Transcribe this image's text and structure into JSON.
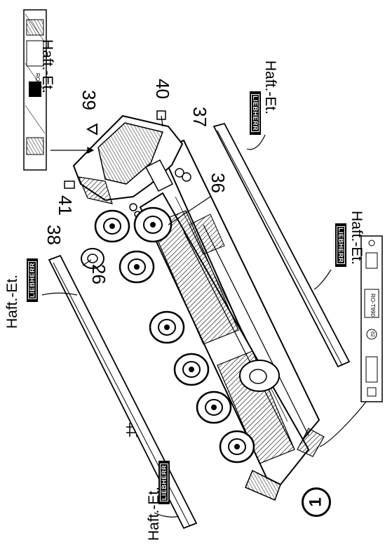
{
  "labels": {
    "haft_et": "Haft.-Et.",
    "logo_text": "LIEBHERR",
    "strip_code": "RO-T990",
    "strip_badge": "62"
  },
  "parts": {
    "p26": "26",
    "p36": "36",
    "p37": "37",
    "p38": "38",
    "p39": "39",
    "p40": "40",
    "p41": "41"
  },
  "step_number": "1"
}
